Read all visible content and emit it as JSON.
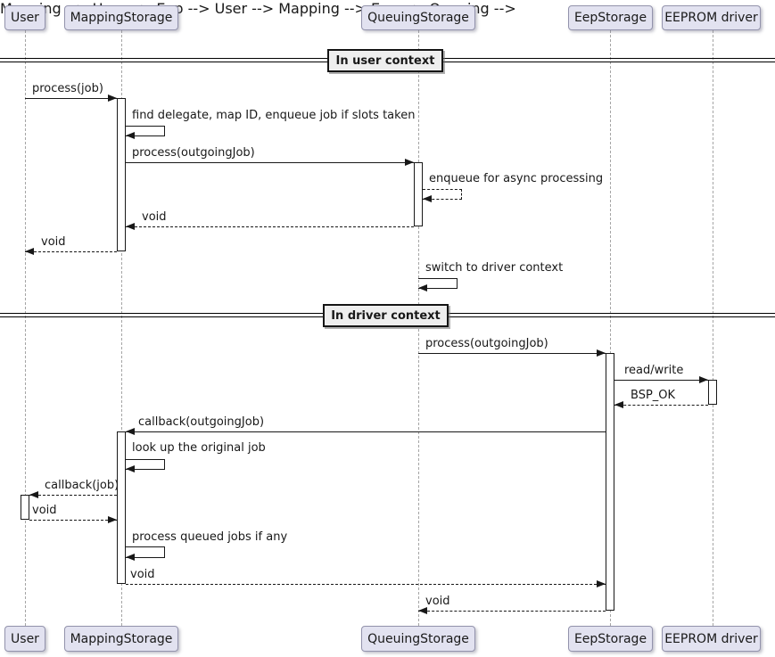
{
  "diagram_type": "uml-sequence",
  "colors": {
    "background": "#FFFFFF",
    "participant_fill": "#E2E2F0",
    "participant_border": "#9393AC",
    "divider_fill": "#EEEEEE",
    "divider_border": "#151515",
    "message_line": "#181818",
    "lifeline": "#A5A5A5",
    "activation_fill": "#FFFFFF"
  },
  "participants": [
    {
      "label": "User"
    },
    {
      "label": "MappingStorage"
    },
    {
      "label": "QueuingStorage"
    },
    {
      "label": "EepStorage"
    },
    {
      "label": "EEPROM driver"
    }
  ],
  "dividers": [
    {
      "label": "In user context"
    },
    {
      "label": "In driver context"
    }
  ],
  "messages": [
    {
      "label": "process(job)",
      "type": "solid",
      "from": "User",
      "to": "MappingStorage"
    },
    {
      "label": "find delegate, map ID, enqueue job if slots taken",
      "type": "self-solid",
      "from": "MappingStorage",
      "to": "MappingStorage"
    },
    {
      "label": "process(outgoingJob)",
      "type": "solid",
      "from": "MappingStorage",
      "to": "QueuingStorage"
    },
    {
      "label": "enqueue for async processing",
      "type": "self-dashed",
      "from": "QueuingStorage",
      "to": "QueuingStorage"
    },
    {
      "label": "void",
      "type": "dashed-return",
      "from": "QueuingStorage",
      "to": "MappingStorage"
    },
    {
      "label": "void",
      "type": "dashed-return",
      "from": "MappingStorage",
      "to": "User"
    },
    {
      "label": "switch to driver context",
      "type": "self-solid",
      "from": "QueuingStorage",
      "to": "QueuingStorage"
    },
    {
      "label": "process(outgoingJob)",
      "type": "solid",
      "from": "QueuingStorage",
      "to": "EepStorage"
    },
    {
      "label": "read/write",
      "type": "solid",
      "from": "EepStorage",
      "to": "EEPROM driver"
    },
    {
      "label": "BSP_OK",
      "type": "dashed-return",
      "from": "EEPROM driver",
      "to": "EepStorage"
    },
    {
      "label": "callback(outgoingJob)",
      "type": "solid",
      "from": "EepStorage",
      "to": "MappingStorage"
    },
    {
      "label": "look up the original job",
      "type": "self-solid",
      "from": "MappingStorage",
      "to": "MappingStorage"
    },
    {
      "label": "callback(job)",
      "type": "dashed",
      "from": "MappingStorage",
      "to": "User"
    },
    {
      "label": "void",
      "type": "dashed-return",
      "from": "User",
      "to": "MappingStorage"
    },
    {
      "label": "process queued jobs if any",
      "type": "self-solid",
      "from": "MappingStorage",
      "to": "MappingStorage"
    },
    {
      "label": "void",
      "type": "dashed-return",
      "from": "MappingStorage",
      "to": "EepStorage"
    },
    {
      "label": "void",
      "type": "dashed-return",
      "from": "EepStorage",
      "to": "QueuingStorage"
    }
  ]
}
